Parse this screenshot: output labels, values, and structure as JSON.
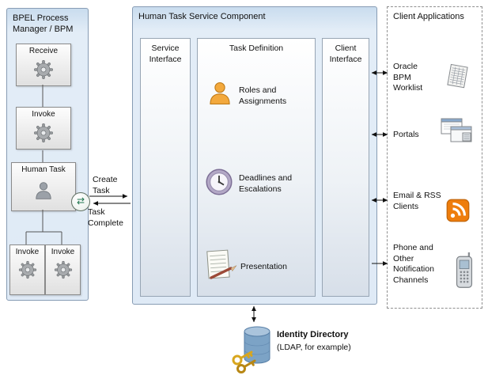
{
  "colors": {
    "panel_blue": "#dfeaf6",
    "panel_border": "#879cb4",
    "rss_orange": "#ee7d0c",
    "person_orange": "#f3a93d",
    "database_blue": "#7ca3c6",
    "key_gold": "#d8a61e"
  },
  "bpel": {
    "title": "BPEL Process Manager / BPM",
    "nodes": {
      "receive": "Receive",
      "invoke": "Invoke",
      "human_task": "Human Task",
      "invoke_left": "Invoke",
      "invoke_right": "Invoke"
    }
  },
  "flow": {
    "create_task": "Create Task",
    "task_complete": "Task Complete"
  },
  "hts": {
    "title": "Human Task Service Component",
    "service_interface": "Service Interface",
    "task_definition": "Task Definition",
    "client_interface": "Client Interface",
    "features": {
      "roles": "Roles and Assignments",
      "deadlines": "Deadlines and Escalations",
      "presentation": "Presentation"
    }
  },
  "clients": {
    "title": "Client Applications",
    "items": [
      {
        "label": "Oracle BPM Worklist",
        "icon": "worklist-icon"
      },
      {
        "label": "Portals",
        "icon": "portals-icon"
      },
      {
        "label": "Email & RSS Clients",
        "icon": "rss-icon"
      },
      {
        "label": "Phone and Other Notification Channels",
        "icon": "phone-icon"
      }
    ]
  },
  "identity": {
    "title": "Identity Directory",
    "subtitle": "(LDAP, for example)"
  }
}
